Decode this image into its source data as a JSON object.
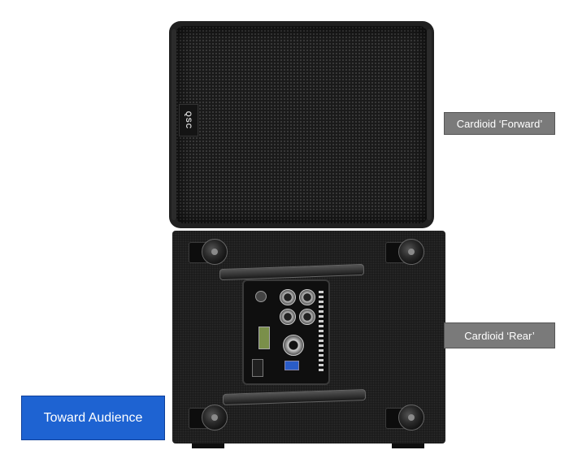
{
  "labels": {
    "forward": "Cardioid ‘Forward’",
    "rear": "Cardioid ‘Rear’",
    "audience": "Toward Audience"
  },
  "speaker_top": {
    "logo_text": "QSC",
    "icon": "speaker-grille"
  },
  "speaker_bottom": {
    "icon": "speaker-rear-panel"
  },
  "colors": {
    "label_gray": "#7a7a7a",
    "audience_blue": "#1e63d2",
    "speaker_black": "#1b1b1b"
  }
}
